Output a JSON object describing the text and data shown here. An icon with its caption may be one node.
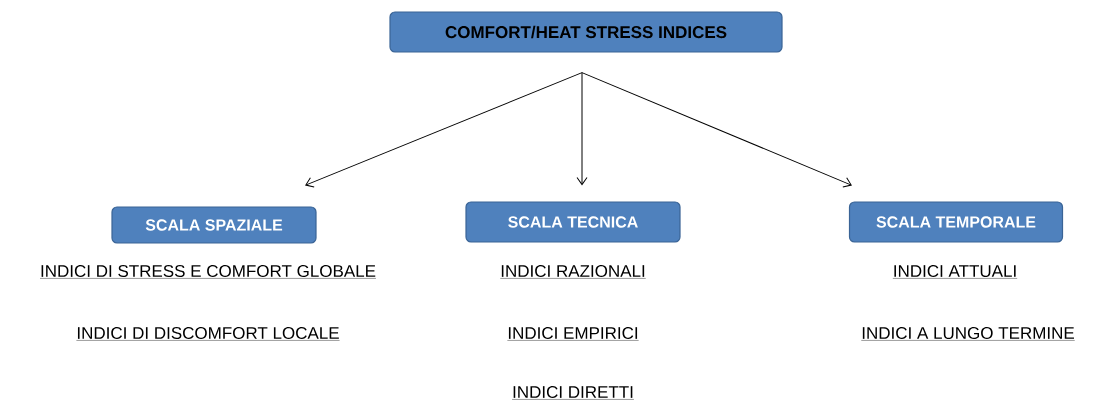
{
  "diagram": {
    "nodes": [
      {
        "text": [
          "COMFORT/HEAT STRESS INDICES"
        ]
      },
      {
        "text": [
          "SCALA SPAZIALE"
        ]
      },
      {
        "text": [
          "SCALA TECNICA"
        ]
      },
      {
        "text": [
          "SCALA TEMPORALE"
        ]
      }
    ],
    "edges": [
      {
        "from": 0,
        "to": 1,
        "arrow": "to"
      },
      {
        "from": 0,
        "to": 2,
        "arrow": "to"
      },
      {
        "from": 0,
        "to": 3,
        "arrow": "to"
      }
    ],
    "labels": [
      "INDICI DI STRESS E COMFORT GLOBALE",
      "INDICI RAZIONALI",
      "INDICI ATTUALI",
      "INDICI DI DISCOMFORT LOCALE",
      "INDICI EMPIRICI",
      "INDICI A LUNGO TERMINE",
      "INDICI DIRETTI"
    ]
  }
}
